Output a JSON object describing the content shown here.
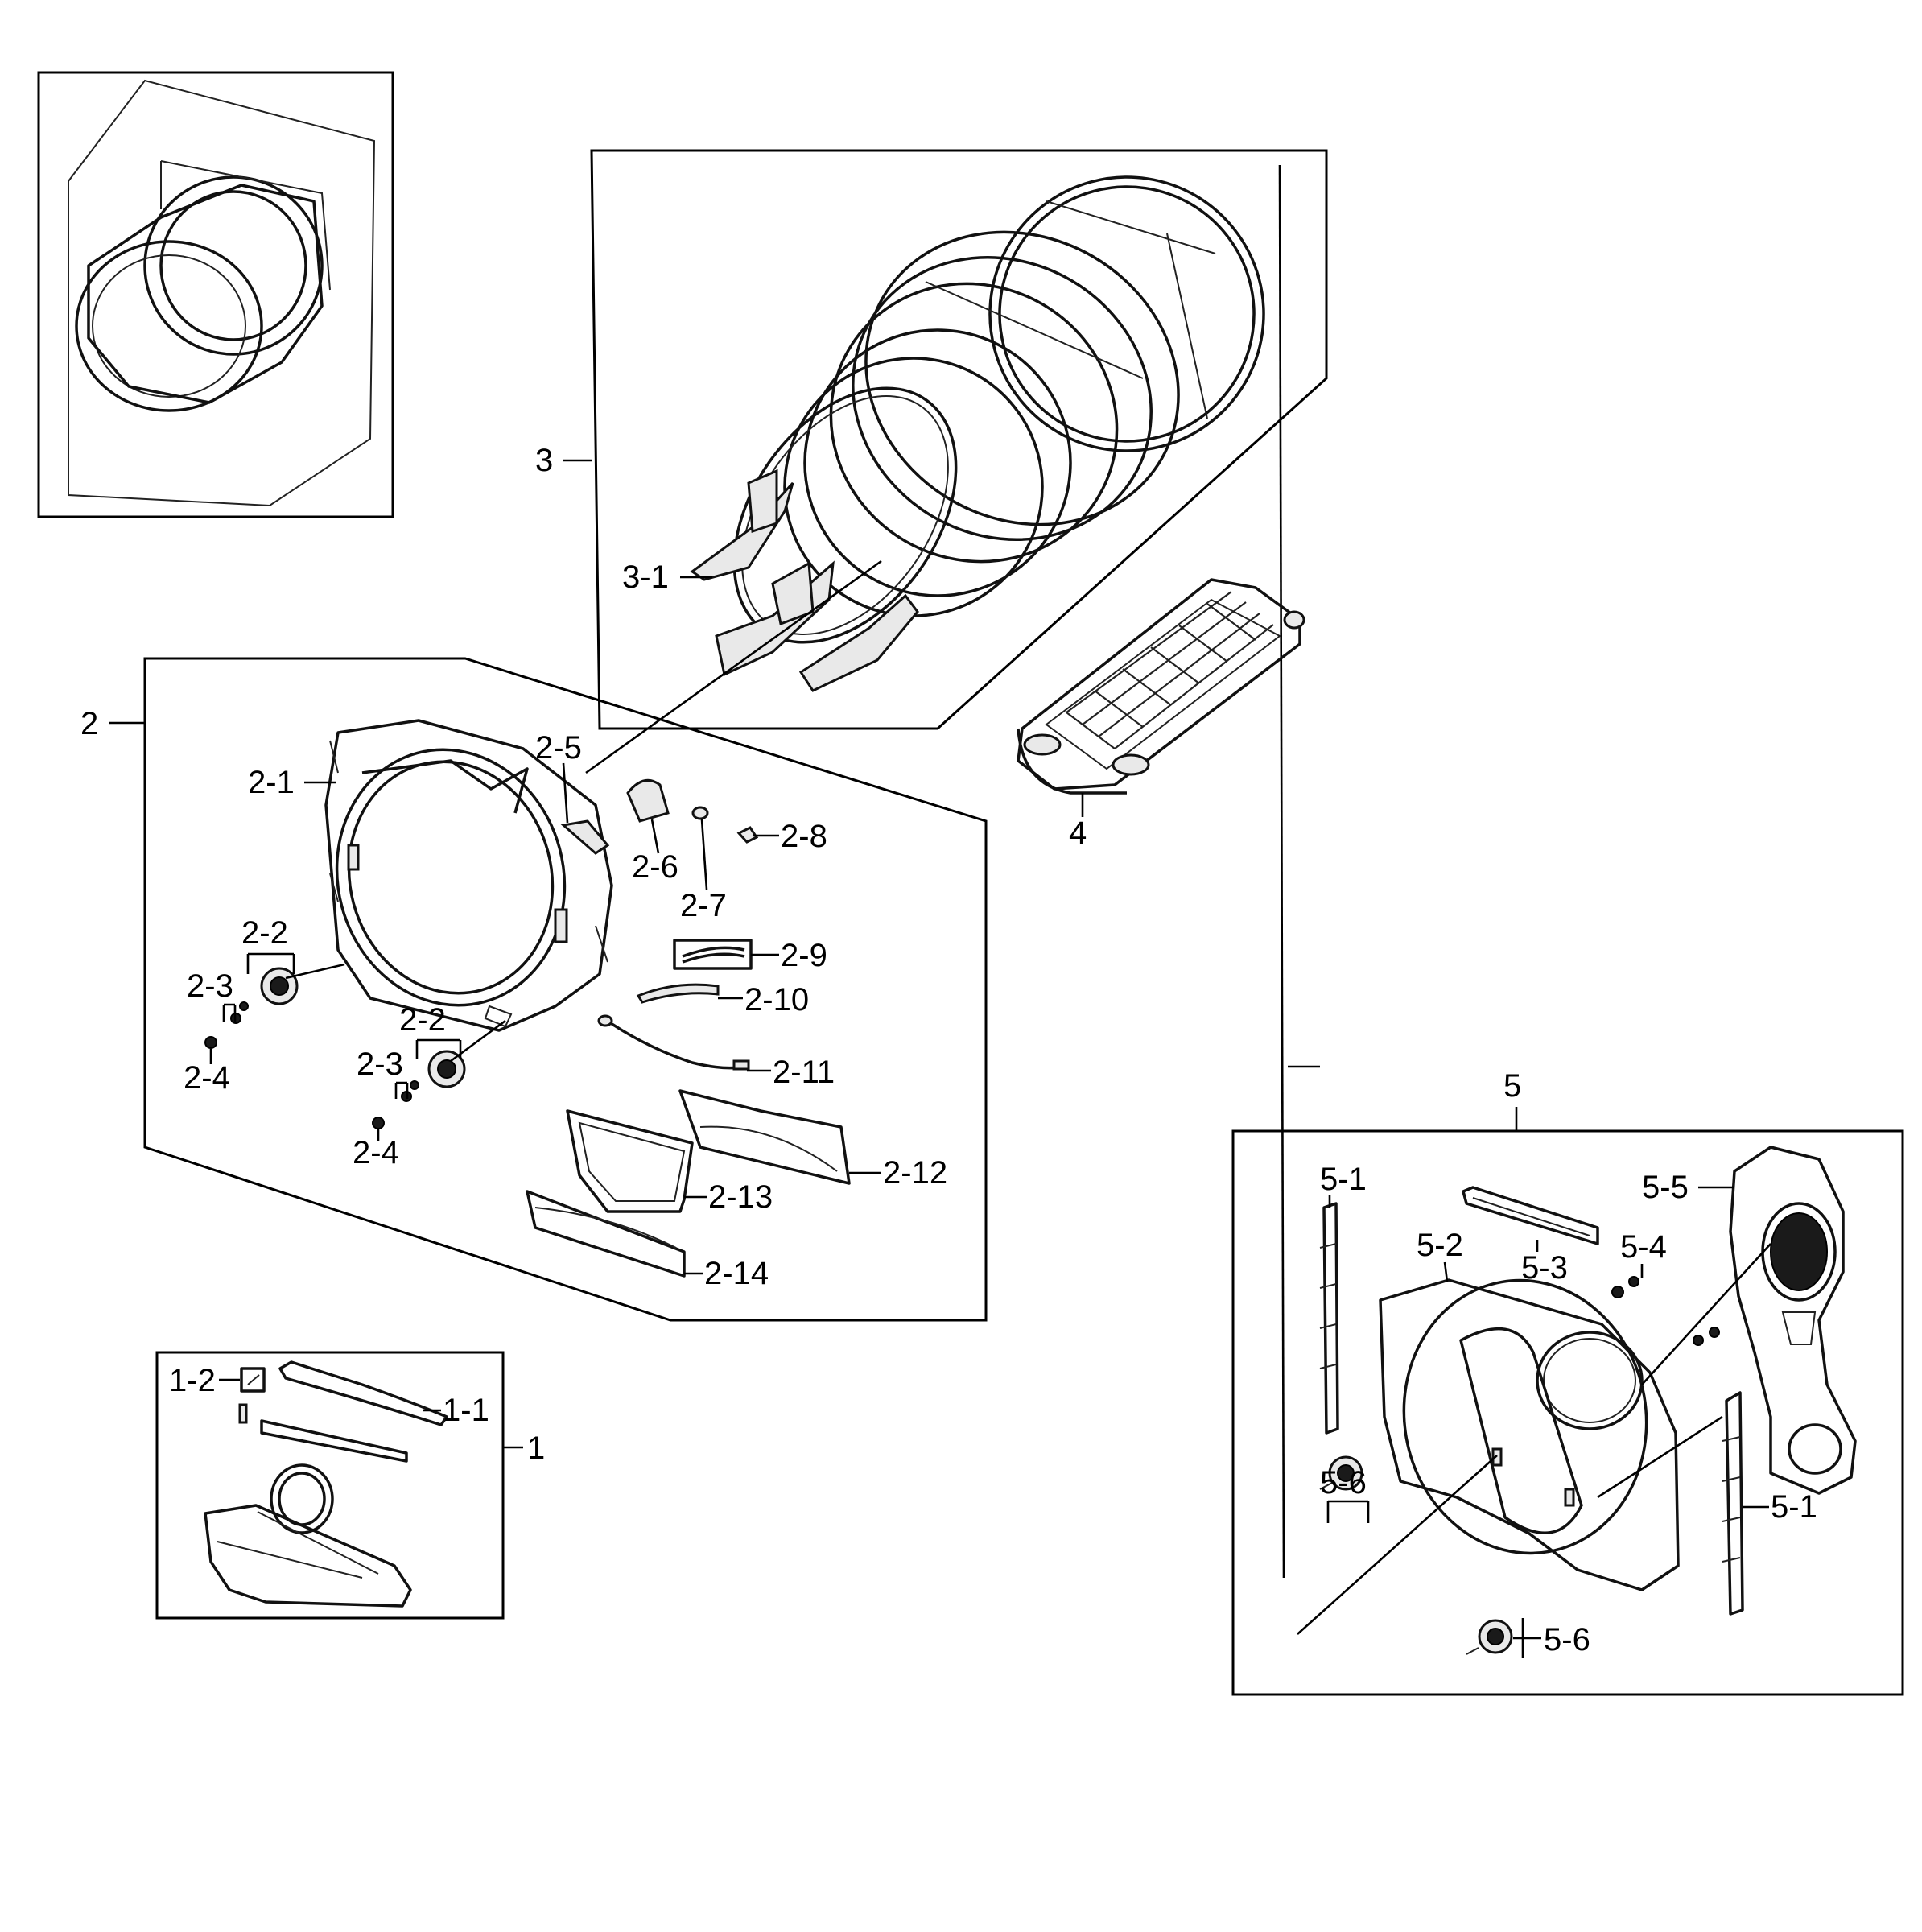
{
  "callouts": {
    "g1": "1",
    "g1_1": "1-1",
    "g1_2": "1-2",
    "g2": "2",
    "g2_1": "2-1",
    "g2_2a": "2-2",
    "g2_2b": "2-2",
    "g2_3a": "2-3",
    "g2_3b": "2-3",
    "g2_4a": "2-4",
    "g2_4b": "2-4",
    "g2_5": "2-5",
    "g2_6": "2-6",
    "g2_7": "2-7",
    "g2_8": "2-8",
    "g2_9": "2-9",
    "g2_10": "2-10",
    "g2_11": "2-11",
    "g2_12": "2-12",
    "g2_13": "2-13",
    "g2_14": "2-14",
    "g3": "3",
    "g3_1": "3-1",
    "g4": "4",
    "g5": "5",
    "g5_1a": "5-1",
    "g5_1b": "5-1",
    "g5_2": "5-2",
    "g5_3": "5-3",
    "g5_4": "5-4",
    "g5_5": "5-5",
    "g5_6a": "5-6",
    "g5_6b": "5-6"
  }
}
